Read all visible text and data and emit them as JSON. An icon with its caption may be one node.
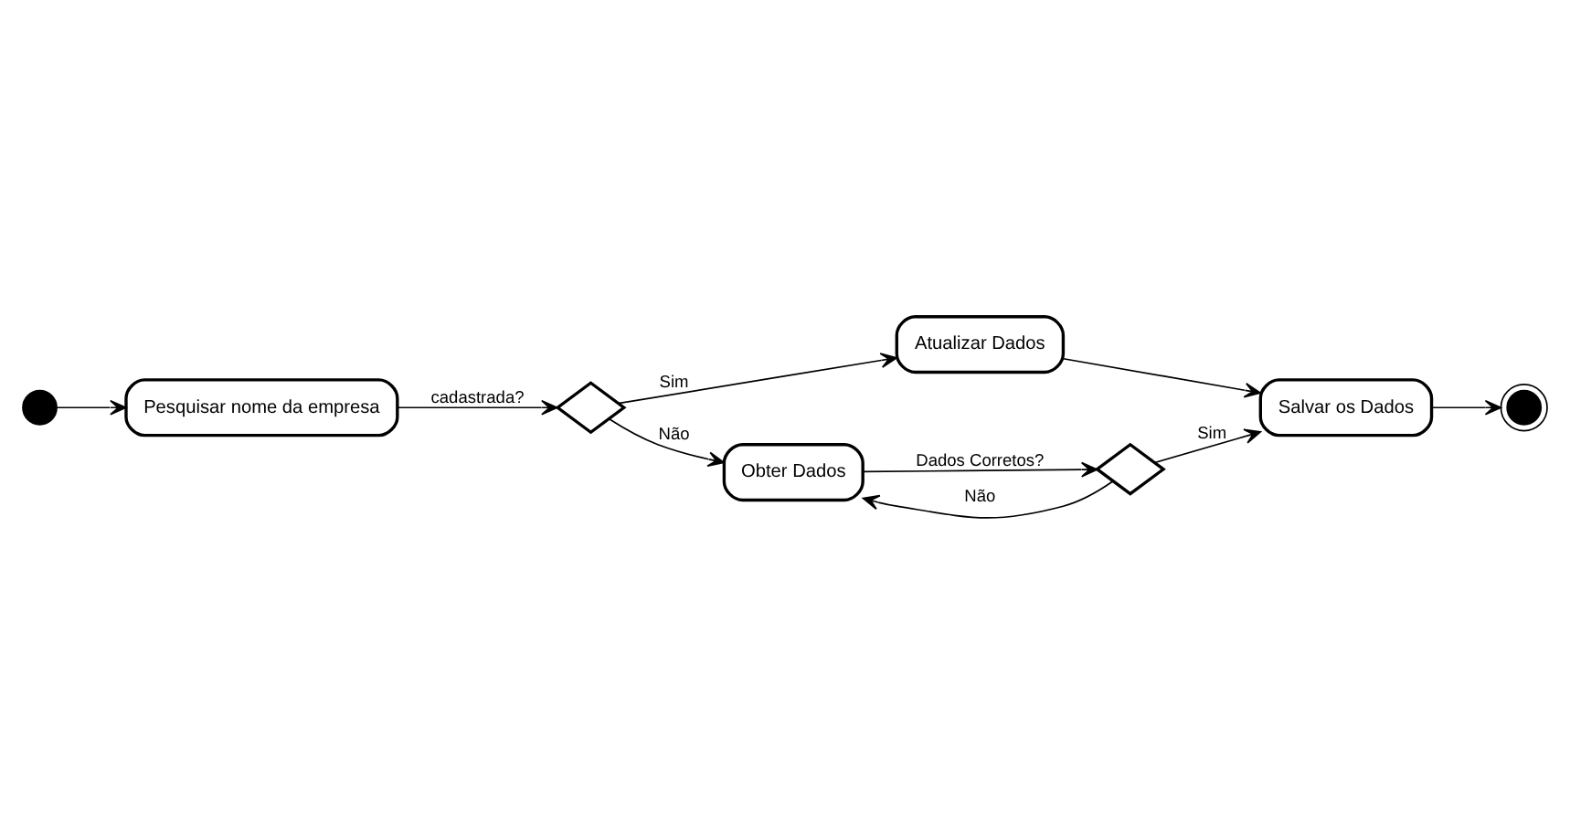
{
  "diagram": {
    "nodes": [
      {
        "text": [],
        "shape": "circle"
      },
      {
        "text": [
          "Pesquisar nome da empresa"
        ]
      },
      {
        "text": [],
        "shape": "diamond"
      },
      {
        "text": [
          "Atualizar Dados"
        ]
      },
      {
        "text": [
          "Obter Dados"
        ]
      },
      {
        "text": [],
        "shape": "diamond"
      },
      {
        "text": [
          "Salvar os Dados"
        ]
      },
      {
        "text": [],
        "shape": "circle"
      }
    ],
    "edges": [
      {
        "from": 0,
        "to": 1,
        "arrow": "to"
      },
      {
        "from": 1,
        "to": 2,
        "arrow": "to",
        "label": "cadastrada?"
      },
      {
        "from": 2,
        "to": 3,
        "arrow": "to",
        "label": "Sim"
      },
      {
        "from": 2,
        "to": 4,
        "arrow": "to",
        "label": "Não"
      },
      {
        "from": 4,
        "to": 5,
        "arrow": "to",
        "label": "Dados Corretos?"
      },
      {
        "from": 5,
        "to": 4,
        "arrow": "to",
        "label": "Não"
      },
      {
        "from": 5,
        "to": 6,
        "arrow": "to",
        "label": "Sim"
      },
      {
        "from": 3,
        "to": 6,
        "arrow": "to"
      },
      {
        "from": 6,
        "to": 7,
        "arrow": "to"
      }
    ]
  }
}
